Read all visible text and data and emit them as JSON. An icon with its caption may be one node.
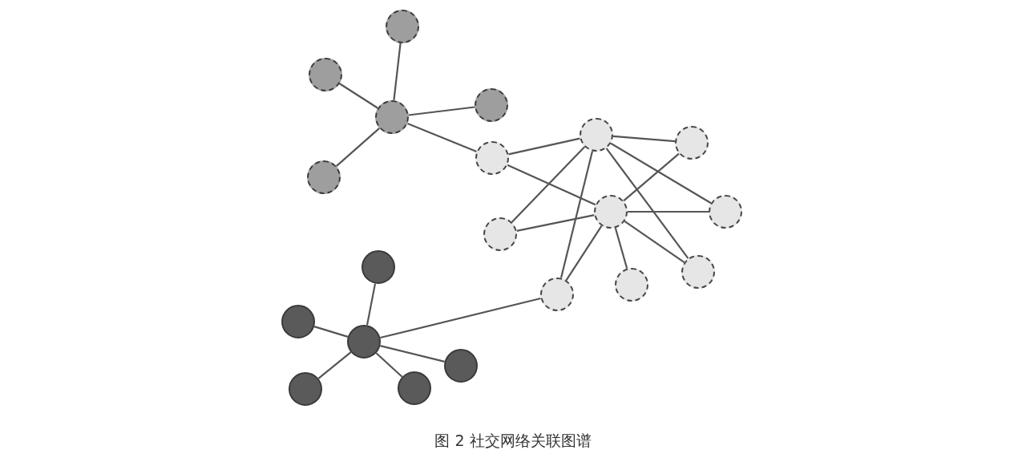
{
  "diagram": {
    "caption": "图 2 社交网络关联图谱",
    "nodes": [
      {
        "text": [],
        "shape": "circle"
      },
      {
        "text": [],
        "shape": "circle"
      },
      {
        "text": [],
        "shape": "circle"
      },
      {
        "text": [],
        "shape": "circle"
      },
      {
        "text": [],
        "shape": "circle"
      },
      {
        "text": [],
        "shape": "circle"
      },
      {
        "text": [],
        "shape": "circle"
      },
      {
        "text": [],
        "shape": "circle"
      },
      {
        "text": [],
        "shape": "circle"
      },
      {
        "text": [],
        "shape": "circle"
      },
      {
        "text": [],
        "shape": "circle"
      },
      {
        "text": [],
        "shape": "circle"
      },
      {
        "text": [],
        "shape": "circle"
      },
      {
        "text": [],
        "shape": "circle"
      },
      {
        "text": [],
        "shape": "circle"
      },
      {
        "text": [],
        "shape": "circle"
      },
      {
        "text": [],
        "shape": "circle"
      },
      {
        "text": [],
        "shape": "circle"
      },
      {
        "text": [],
        "shape": "circle"
      },
      {
        "text": [],
        "shape": "circle"
      }
    ],
    "edges": [
      {
        "from": 3,
        "to": 0,
        "arrow": "none"
      },
      {
        "from": 3,
        "to": 1,
        "arrow": "none"
      },
      {
        "from": 3,
        "to": 2,
        "arrow": "none"
      },
      {
        "from": 3,
        "to": 7,
        "arrow": "none"
      },
      {
        "from": 3,
        "to": 6,
        "arrow": "none"
      },
      {
        "from": 6,
        "to": 4,
        "arrow": "none"
      },
      {
        "from": 6,
        "to": 8,
        "arrow": "none"
      },
      {
        "from": 4,
        "to": 5,
        "arrow": "none"
      },
      {
        "from": 4,
        "to": 9,
        "arrow": "none"
      },
      {
        "from": 4,
        "to": 10,
        "arrow": "none"
      },
      {
        "from": 4,
        "to": 14,
        "arrow": "none"
      },
      {
        "from": 4,
        "to": 12,
        "arrow": "none"
      },
      {
        "from": 8,
        "to": 10,
        "arrow": "none"
      },
      {
        "from": 8,
        "to": 5,
        "arrow": "none"
      },
      {
        "from": 8,
        "to": 9,
        "arrow": "none"
      },
      {
        "from": 8,
        "to": 14,
        "arrow": "none"
      },
      {
        "from": 8,
        "to": 13,
        "arrow": "none"
      },
      {
        "from": 8,
        "to": 12,
        "arrow": "none"
      },
      {
        "from": 14,
        "to": 16,
        "arrow": "none"
      },
      {
        "from": 16,
        "to": 11,
        "arrow": "none"
      },
      {
        "from": 16,
        "to": 15,
        "arrow": "none"
      },
      {
        "from": 16,
        "to": 17,
        "arrow": "none"
      },
      {
        "from": 16,
        "to": 19,
        "arrow": "none"
      },
      {
        "from": 16,
        "to": 18,
        "arrow": "none"
      }
    ]
  }
}
